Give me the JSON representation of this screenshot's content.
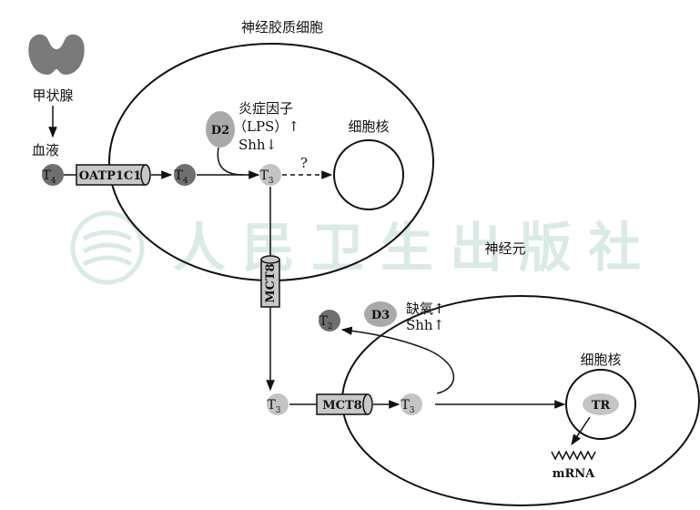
{
  "cells": {
    "glial_title": "神经胶质细胞",
    "neuron_title": "神经元",
    "nucleus_glial": "细胞核",
    "nucleus_neuron": "细胞核"
  },
  "organs": {
    "thyroid": "甲状腺",
    "blood": "血液"
  },
  "transporters": {
    "oatp": "OATP1C1",
    "mct8_vertical": "MCT8",
    "mct8_horizontal": "MCT8"
  },
  "molecules": {
    "t4_blood": {
      "base": "T",
      "sub": "4"
    },
    "t4_glial": {
      "base": "T",
      "sub": "4"
    },
    "t3_glial": {
      "base": "T",
      "sub": "3"
    },
    "t3_between": {
      "base": "T",
      "sub": "3"
    },
    "t3_neuron": {
      "base": "T",
      "sub": "3"
    },
    "t2_neuron": {
      "base": "T",
      "sub": "2"
    }
  },
  "enzymes": {
    "d2": "D2",
    "d3": "D3",
    "tr": "TR"
  },
  "annotations": {
    "glial_line1": "炎症因子",
    "glial_line2": "（LPS）↑",
    "glial_line3": "Shh↓",
    "question": "?",
    "neuron_line1": "缺氧↑",
    "neuron_line2": "Shh↑",
    "mrna": "mRNA"
  },
  "watermark": "人民卫生出版社",
  "colors": {
    "line": "#111111",
    "dark_molecule": "#6f6f6f",
    "light_molecule": "#c4c4c4",
    "enzyme": "#a9a9a9",
    "transporter": "#c8c8c8",
    "watermark": "#d7e8e4"
  }
}
